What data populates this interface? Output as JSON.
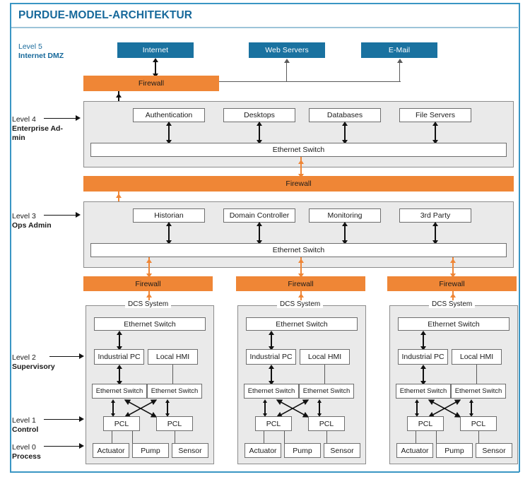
{
  "title": "PURDUE-MODEL-ARCHITEKTUR",
  "colors": {
    "accent_blue": "#17699b",
    "teal_box": "#1a72a0",
    "firewall_orange": "#ef8636",
    "panel_gray": "#eaeaea",
    "frame_line": "#3a96c4"
  },
  "levels": [
    {
      "level": "Level 5",
      "name": "Internet DMZ",
      "style": "blue",
      "arrow": false
    },
    {
      "level": "Level 4",
      "name": "Enterprise Ad-",
      "name2": "min",
      "style": "dark",
      "arrow": true
    },
    {
      "level": "Level 3",
      "name": "Ops Admin",
      "style": "dark",
      "arrow": true
    },
    {
      "level": "Level 2",
      "name": "Supervisory",
      "style": "dark",
      "arrow": true
    },
    {
      "level": "Level 1",
      "name": "Control",
      "style": "dark",
      "arrow": true
    },
    {
      "level": "Level 0",
      "name": "Process",
      "style": "dark",
      "arrow": true
    }
  ],
  "dmz": {
    "boxes": [
      {
        "label": "Internet"
      },
      {
        "label": "Web Servers"
      },
      {
        "label": "E-Mail"
      }
    ]
  },
  "firewalls": {
    "top": "Firewall",
    "middle": "Firewall",
    "bottom": [
      "Firewall",
      "Firewall",
      "Firewall"
    ]
  },
  "level4": {
    "nodes": [
      "Authentication",
      "Desktops",
      "Databases",
      "File Servers"
    ],
    "switch": "Ethernet Switch"
  },
  "level3": {
    "nodes": [
      "Historian",
      "Domain Controller",
      "Monitoring",
      "3rd Party"
    ],
    "switch": "Ethernet Switch"
  },
  "dcs": {
    "title": "DCS System",
    "top_switch": "Ethernet Switch",
    "industrial_pc": "Industrial PC",
    "local_hmi": "Local HMI",
    "switch_left": "Ethernet Switch",
    "switch_right": "Ethernet Switch",
    "pcl_left": "PCL",
    "pcl_right": "PCL",
    "field": [
      "Actuator",
      "Pump",
      "Sensor"
    ]
  },
  "dcs_columns": [
    {
      "id": "dcs-1"
    },
    {
      "id": "dcs-2"
    },
    {
      "id": "dcs-3"
    }
  ]
}
